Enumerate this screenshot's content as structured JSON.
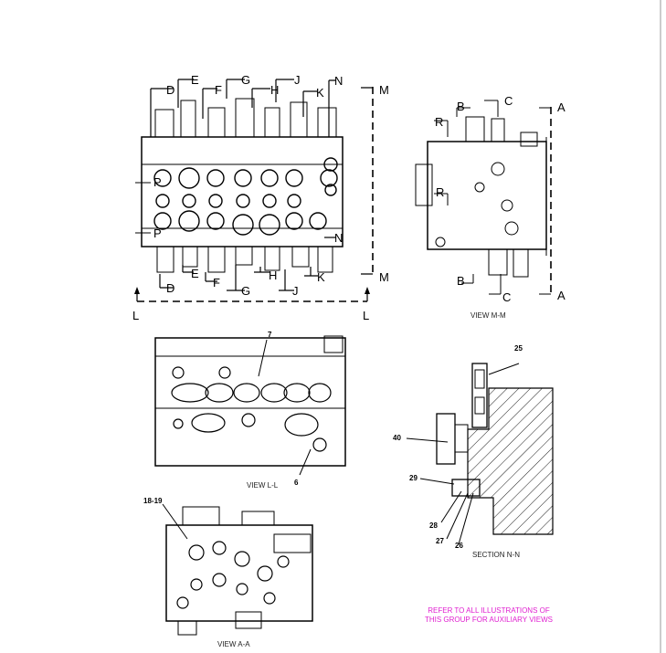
{
  "views": {
    "main": {
      "section_letters": [
        "D",
        "E",
        "F",
        "G",
        "H",
        "J",
        "K",
        "N",
        "M",
        "P",
        "L"
      ],
      "left_letter_p": "P",
      "bottom_letter_l": "L"
    },
    "mm": {
      "caption": "VIEW M-M",
      "letters": [
        "A",
        "B",
        "C",
        "R"
      ]
    },
    "ll": {
      "caption": "VIEW L-L",
      "callouts": [
        "7",
        "6"
      ]
    },
    "aa": {
      "caption": "VIEW A-A",
      "callouts": [
        "18-19"
      ]
    },
    "nn": {
      "caption": "SECTION N-N",
      "callouts": [
        "25",
        "40",
        "29",
        "28",
        "27",
        "26"
      ]
    }
  },
  "note": {
    "line1": "REFER TO ALL ILLUSTRATIONS OF",
    "line2": "THIS GROUP FOR AUXILIARY VIEWS"
  },
  "colors": {
    "ink": "#000000",
    "note": "#e020d0",
    "border": "#cccccc"
  }
}
